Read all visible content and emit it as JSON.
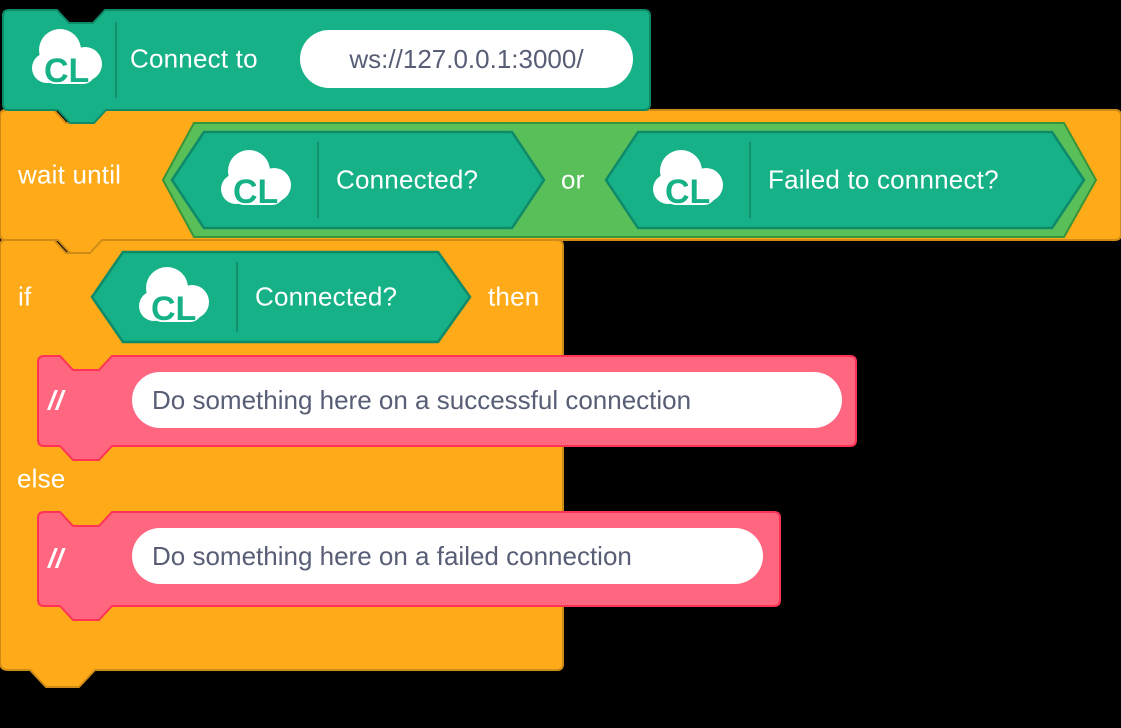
{
  "app": "block-editor-workspace",
  "icon": {
    "letters": "CL"
  },
  "colors": {
    "extension_teal": "#17B187",
    "extension_teal_border": "#0E8A69",
    "control_orange": "#FFAB19",
    "control_orange_border": "#CF8B17",
    "operator_green": "#59C059",
    "operator_green_border": "#389438",
    "comment_pink": "#FF6680",
    "comment_pink_border": "#FF3355",
    "input_text": "#575E75"
  },
  "connect_block": {
    "label": "Connect to",
    "url_value": "ws://127.0.0.1:3000/"
  },
  "wait_block": {
    "label": "wait until",
    "or_label": "or",
    "condition_left": "Connected?",
    "condition_right": "Failed to connnect?"
  },
  "if_block": {
    "if_label": "if",
    "condition": "Connected?",
    "then_label": "then",
    "else_label": "else"
  },
  "comment_success": {
    "prefix": "//",
    "value": "Do something here on a successful connection"
  },
  "comment_failed": {
    "prefix": "//",
    "value": "Do something here on a failed connection"
  }
}
